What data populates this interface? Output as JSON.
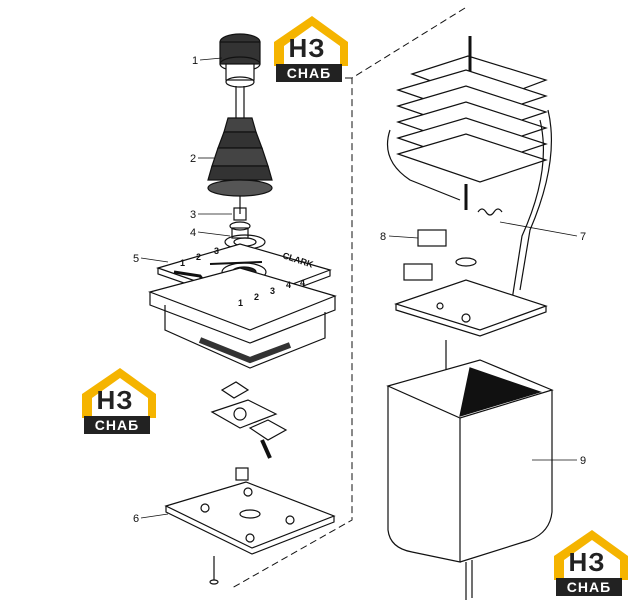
{
  "callouts": [
    {
      "num": "1"
    },
    {
      "num": "2"
    },
    {
      "num": "3"
    },
    {
      "num": "4"
    },
    {
      "num": "5"
    },
    {
      "num": "6"
    },
    {
      "num": "7"
    },
    {
      "num": "8"
    },
    {
      "num": "9"
    }
  ],
  "plate": {
    "brand": "CLARK",
    "marks": [
      "1",
      "2",
      "3",
      "4",
      "1",
      "2",
      "3",
      "4"
    ]
  },
  "logo": {
    "line1": "НЗ",
    "line2": "СНАБ",
    "colors": {
      "roof": "#f5b400",
      "dark": "#222222",
      "text": "#ffffff"
    }
  }
}
